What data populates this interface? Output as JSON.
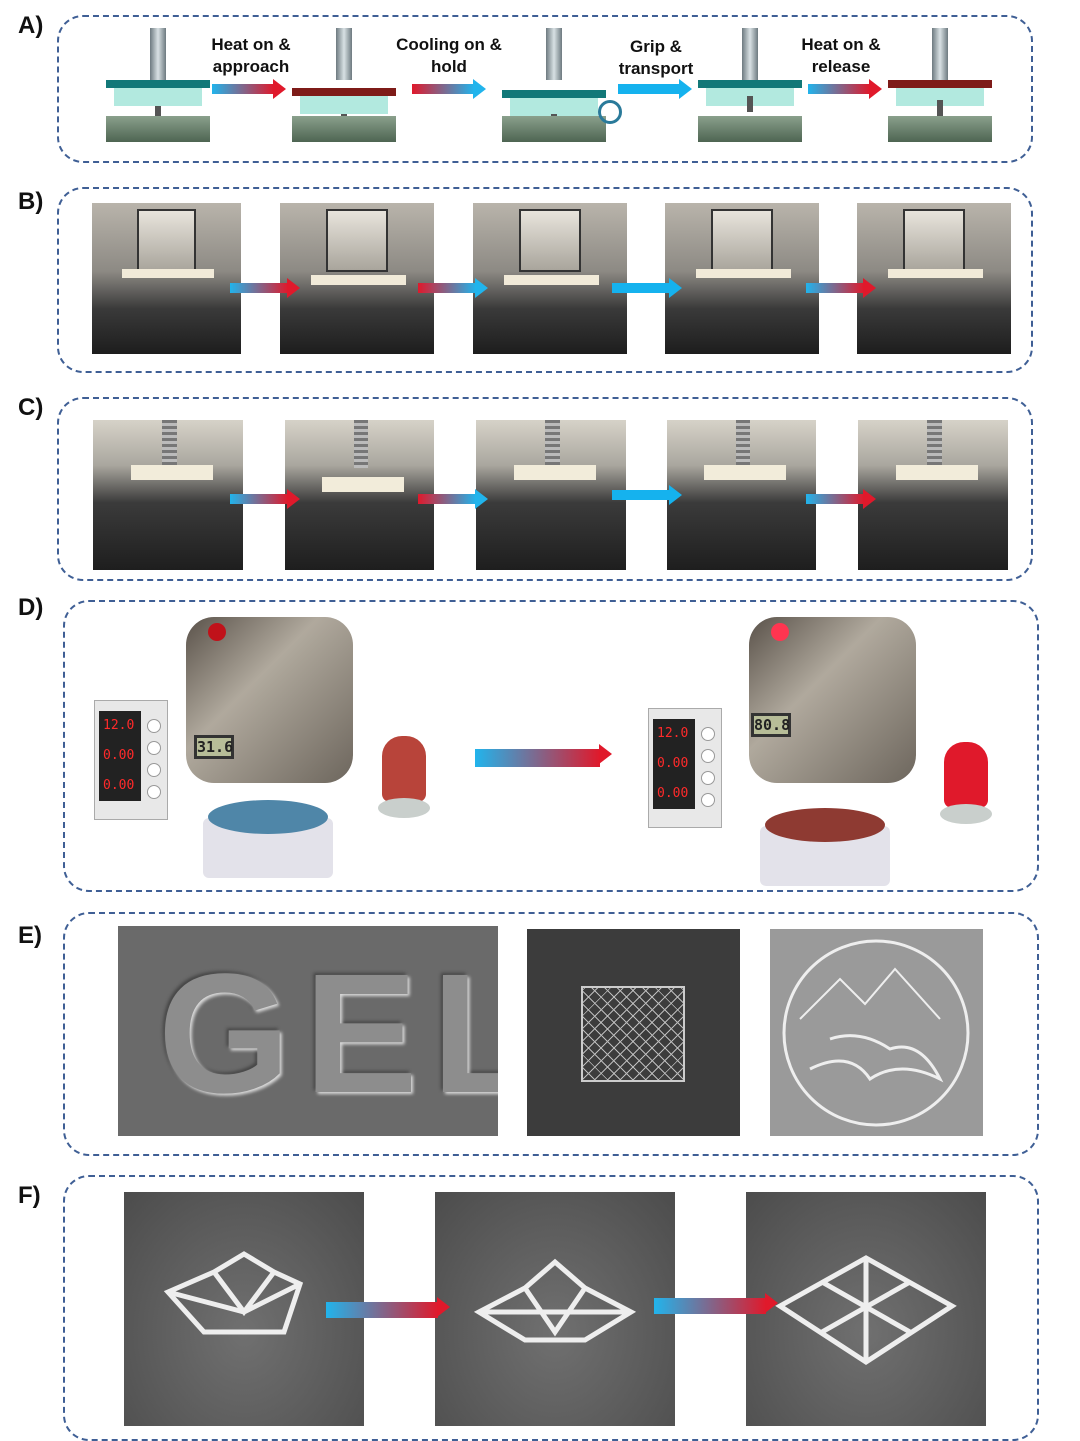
{
  "panels": {
    "a": "A)",
    "b": "B)",
    "c": "C)",
    "d": "D)",
    "e": "E)",
    "f": "F)"
  },
  "panel_a": {
    "steps": [
      {
        "line1": "Heat on &",
        "line2": "approach",
        "arrow": "heat"
      },
      {
        "line1": "Cooling on &",
        "line2": "hold",
        "arrow": "cool"
      },
      {
        "line1": "Grip &",
        "line2": "transport",
        "arrow": "grip"
      },
      {
        "line1": "Heat on &",
        "line2": "release",
        "arrow": "heat"
      }
    ]
  },
  "panel_d": {
    "before": {
      "thermometer": "31.6",
      "voltage": "12.0",
      "current": "0.00",
      "power": "0.00"
    },
    "after": {
      "thermometer": "80.8",
      "voltage": "12.0",
      "current": "0.00",
      "power": "0.00"
    }
  },
  "panel_e": {
    "gel_text": "GEL"
  },
  "colors": {
    "heat_start": "#21b4ec",
    "heat_end": "#e0192b",
    "frame": "#3f5f95"
  }
}
